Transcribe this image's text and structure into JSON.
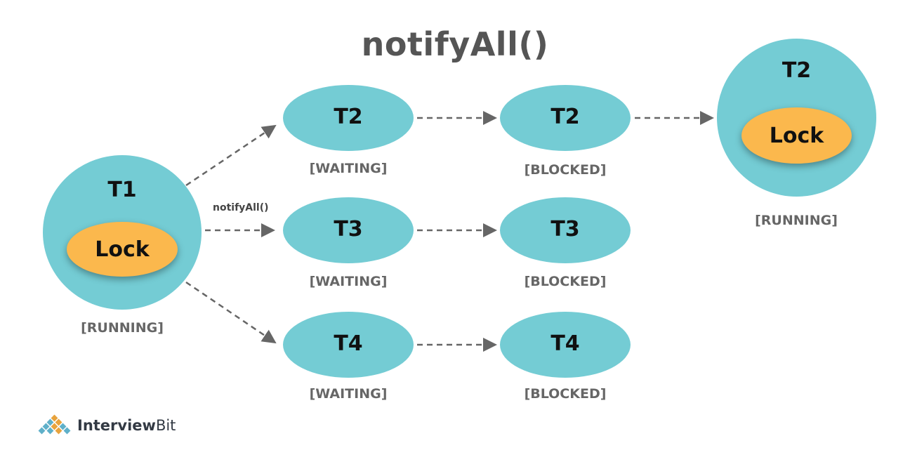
{
  "title": "notifyAll()",
  "edge_label": "notifyAll()",
  "lock_label": "Lock",
  "nodes": {
    "t1": {
      "label": "T1",
      "state": "[RUNNING]"
    },
    "t2_waiting": {
      "label": "T2",
      "state": "[WAITING]"
    },
    "t3_waiting": {
      "label": "T3",
      "state": "[WAITING]"
    },
    "t4_waiting": {
      "label": "T4",
      "state": "[WAITING]"
    },
    "t2_blocked": {
      "label": "T2",
      "state": "[BLOCKED]"
    },
    "t3_blocked": {
      "label": "T3",
      "state": "[BLOCKED]"
    },
    "t4_blocked": {
      "label": "T4",
      "state": "[BLOCKED]"
    },
    "t2_running": {
      "label": "T2",
      "state": "[RUNNING]"
    }
  },
  "colors": {
    "thread": "#74ccd4",
    "lock": "#fbb84d",
    "arrow": "#666666"
  },
  "logo": {
    "name_part1": "Interview",
    "name_part2": "Bit"
  }
}
